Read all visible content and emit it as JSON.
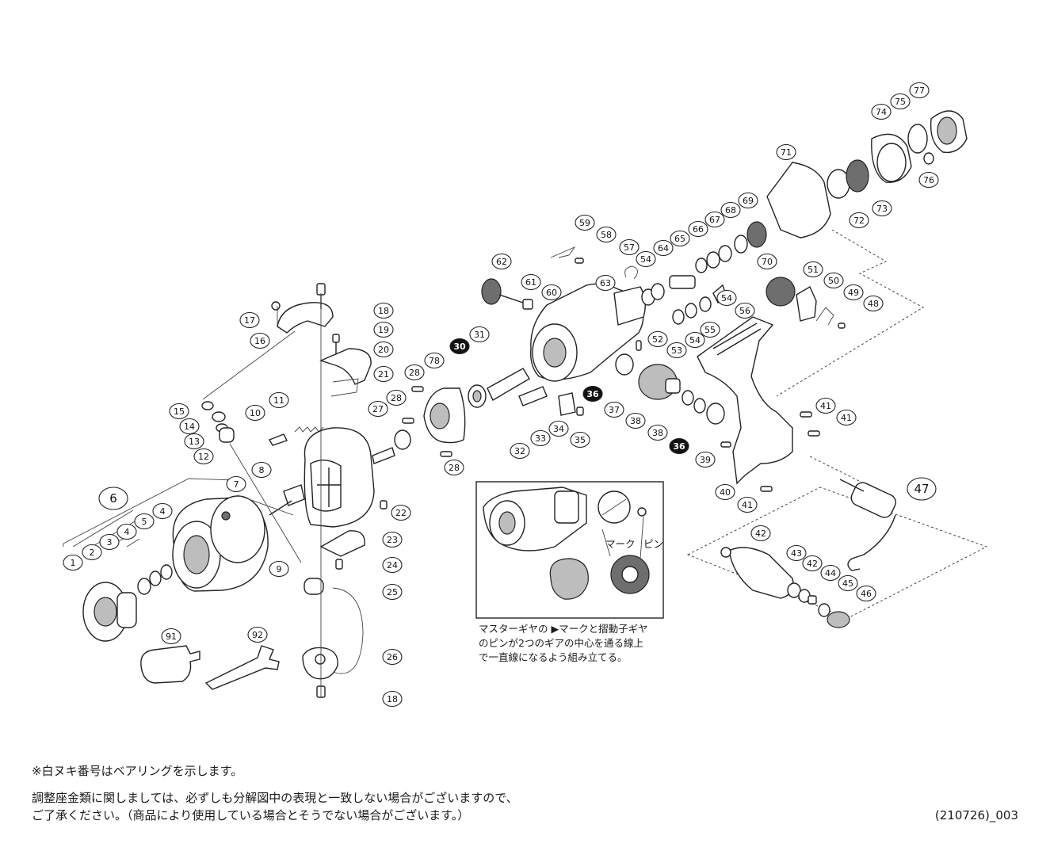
{
  "callouts": [
    {
      "id": "c1",
      "label": "1",
      "style": "plain"
    },
    {
      "id": "c2",
      "label": "2",
      "style": "plain"
    },
    {
      "id": "c3",
      "label": "3",
      "style": "plain"
    },
    {
      "id": "c4a",
      "label": "4",
      "style": "plain"
    },
    {
      "id": "c4b",
      "label": "4",
      "style": "plain"
    },
    {
      "id": "c5",
      "label": "5",
      "style": "plain"
    },
    {
      "id": "c6",
      "label": "6",
      "style": "large"
    },
    {
      "id": "c7",
      "label": "7",
      "style": "plain"
    },
    {
      "id": "c8",
      "label": "8",
      "style": "plain"
    },
    {
      "id": "c9",
      "label": "9",
      "style": "plain"
    },
    {
      "id": "c10",
      "label": "10",
      "style": "plain"
    },
    {
      "id": "c11",
      "label": "11",
      "style": "plain"
    },
    {
      "id": "c12",
      "label": "12",
      "style": "plain"
    },
    {
      "id": "c13",
      "label": "13",
      "style": "plain"
    },
    {
      "id": "c14",
      "label": "14",
      "style": "plain"
    },
    {
      "id": "c15",
      "label": "15",
      "style": "plain"
    },
    {
      "id": "c16",
      "label": "16",
      "style": "plain"
    },
    {
      "id": "c17",
      "label": "17",
      "style": "plain"
    },
    {
      "id": "c18a",
      "label": "18",
      "style": "plain"
    },
    {
      "id": "c18b",
      "label": "18",
      "style": "plain"
    },
    {
      "id": "c19",
      "label": "19",
      "style": "plain"
    },
    {
      "id": "c20",
      "label": "20",
      "style": "plain"
    },
    {
      "id": "c21",
      "label": "21",
      "style": "plain"
    },
    {
      "id": "c22",
      "label": "22",
      "style": "plain"
    },
    {
      "id": "c23",
      "label": "23",
      "style": "plain"
    },
    {
      "id": "c24",
      "label": "24",
      "style": "plain"
    },
    {
      "id": "c25",
      "label": "25",
      "style": "plain"
    },
    {
      "id": "c26",
      "label": "26",
      "style": "plain"
    },
    {
      "id": "c27",
      "label": "27",
      "style": "plain"
    },
    {
      "id": "c28a",
      "label": "28",
      "style": "plain"
    },
    {
      "id": "c28b",
      "label": "28",
      "style": "plain"
    },
    {
      "id": "c28c",
      "label": "28",
      "style": "plain"
    },
    {
      "id": "c30",
      "label": "30",
      "style": "filled"
    },
    {
      "id": "c31",
      "label": "31",
      "style": "plain"
    },
    {
      "id": "c32",
      "label": "32",
      "style": "plain"
    },
    {
      "id": "c33",
      "label": "33",
      "style": "plain"
    },
    {
      "id": "c34",
      "label": "34",
      "style": "plain"
    },
    {
      "id": "c35",
      "label": "35",
      "style": "plain"
    },
    {
      "id": "c36a",
      "label": "36",
      "style": "filled"
    },
    {
      "id": "c36b",
      "label": "36",
      "style": "filled"
    },
    {
      "id": "c37",
      "label": "37",
      "style": "plain"
    },
    {
      "id": "c38a",
      "label": "38",
      "style": "plain"
    },
    {
      "id": "c38b",
      "label": "38",
      "style": "plain"
    },
    {
      "id": "c39",
      "label": "39",
      "style": "plain"
    },
    {
      "id": "c40",
      "label": "40",
      "style": "plain"
    },
    {
      "id": "c41a",
      "label": "41",
      "style": "plain"
    },
    {
      "id": "c41b",
      "label": "41",
      "style": "plain"
    },
    {
      "id": "c41c",
      "label": "41",
      "style": "plain"
    },
    {
      "id": "c42a",
      "label": "42",
      "style": "plain"
    },
    {
      "id": "c42b",
      "label": "42",
      "style": "plain"
    },
    {
      "id": "c43",
      "label": "43",
      "style": "plain"
    },
    {
      "id": "c44",
      "label": "44",
      "style": "plain"
    },
    {
      "id": "c45",
      "label": "45",
      "style": "plain"
    },
    {
      "id": "c46",
      "label": "46",
      "style": "plain"
    },
    {
      "id": "c47",
      "label": "47",
      "style": "large"
    },
    {
      "id": "c48",
      "label": "48",
      "style": "plain"
    },
    {
      "id": "c49",
      "label": "49",
      "style": "plain"
    },
    {
      "id": "c50",
      "label": "50",
      "style": "plain"
    },
    {
      "id": "c51",
      "label": "51",
      "style": "plain"
    },
    {
      "id": "c52",
      "label": "52",
      "style": "plain"
    },
    {
      "id": "c53",
      "label": "53",
      "style": "plain"
    },
    {
      "id": "c54a",
      "label": "54",
      "style": "plain"
    },
    {
      "id": "c54b",
      "label": "54",
      "style": "plain"
    },
    {
      "id": "c54c",
      "label": "54",
      "style": "plain"
    },
    {
      "id": "c55",
      "label": "55",
      "style": "plain"
    },
    {
      "id": "c56",
      "label": "56",
      "style": "plain"
    },
    {
      "id": "c57",
      "label": "57",
      "style": "plain"
    },
    {
      "id": "c58",
      "label": "58",
      "style": "plain"
    },
    {
      "id": "c59",
      "label": "59",
      "style": "plain"
    },
    {
      "id": "c60",
      "label": "60",
      "style": "plain"
    },
    {
      "id": "c61",
      "label": "61",
      "style": "plain"
    },
    {
      "id": "c62",
      "label": "62",
      "style": "plain"
    },
    {
      "id": "c63",
      "label": "63",
      "style": "plain"
    },
    {
      "id": "c64",
      "label": "64",
      "style": "plain"
    },
    {
      "id": "c65",
      "label": "65",
      "style": "plain"
    },
    {
      "id": "c66",
      "label": "66",
      "style": "plain"
    },
    {
      "id": "c67",
      "label": "67",
      "style": "plain"
    },
    {
      "id": "c68",
      "label": "68",
      "style": "plain"
    },
    {
      "id": "c69",
      "label": "69",
      "style": "plain"
    },
    {
      "id": "c70",
      "label": "70",
      "style": "plain"
    },
    {
      "id": "c71",
      "label": "71",
      "style": "plain"
    },
    {
      "id": "c72",
      "label": "72",
      "style": "plain"
    },
    {
      "id": "c73",
      "label": "73",
      "style": "plain"
    },
    {
      "id": "c74",
      "label": "74",
      "style": "plain"
    },
    {
      "id": "c75",
      "label": "75",
      "style": "plain"
    },
    {
      "id": "c76",
      "label": "76",
      "style": "plain"
    },
    {
      "id": "c77",
      "label": "77",
      "style": "plain"
    },
    {
      "id": "c78",
      "label": "78",
      "style": "plain"
    },
    {
      "id": "c91",
      "label": "91",
      "style": "plain"
    },
    {
      "id": "c92",
      "label": "92",
      "style": "plain"
    }
  ],
  "inset": {
    "label_mark": "マーク",
    "label_pin": "ピン",
    "instruction_lines": [
      "マスターギヤの ▶マークと摺動子ギヤ",
      "のピンが2つのギアの中心を通る線上",
      "で一直線になるよう組み立てる。"
    ]
  },
  "notes": {
    "bearing_note": "※白ヌキ番号はベアリングを示します。",
    "shim_note_line1": "調整座金類に関しましては、必ずしも分解図中の表現と一致しない場合がございますので、",
    "shim_note_line2": "ご了承ください。（商品により使用している場合とそうでない場合がございます。）",
    "revision": "(210726)_003"
  }
}
